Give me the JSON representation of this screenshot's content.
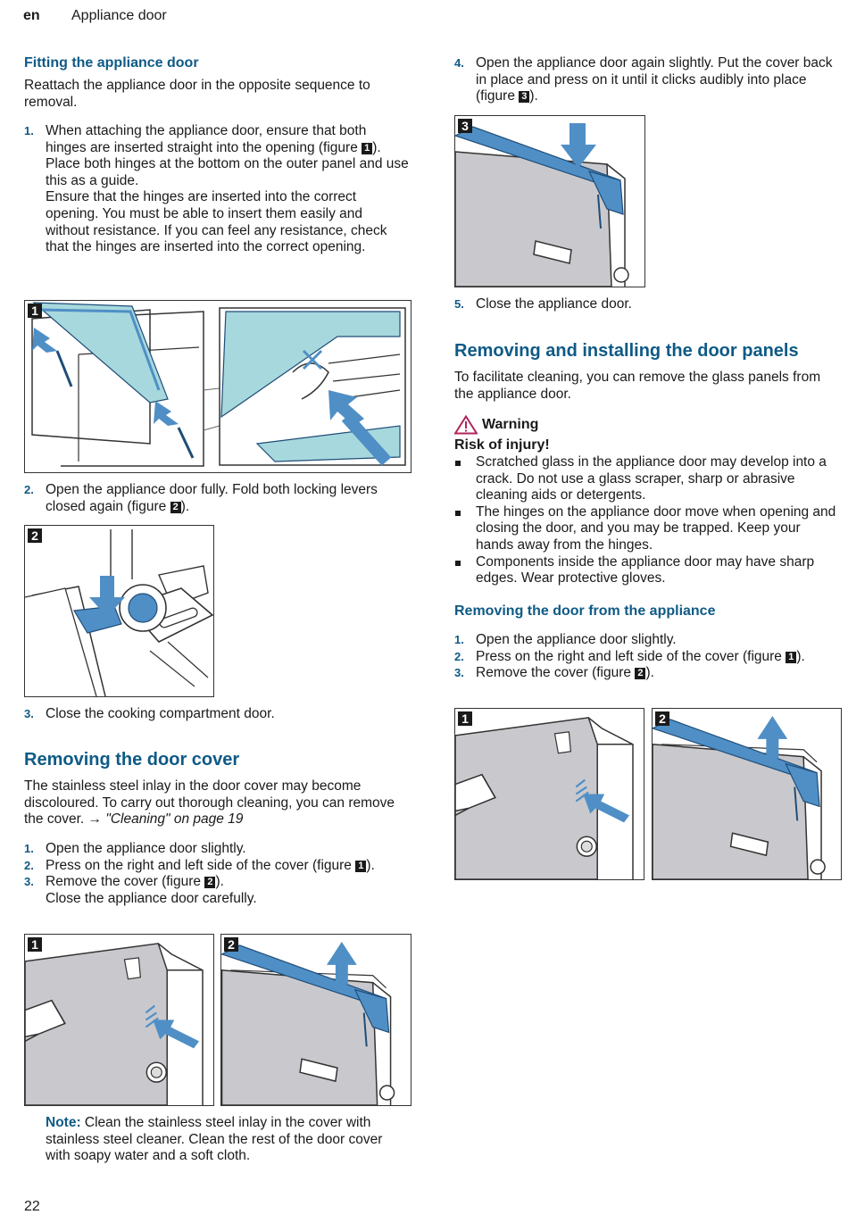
{
  "header": {
    "lang": "en",
    "title": "Appliance door"
  },
  "page_number": "22",
  "left": {
    "fitting": {
      "heading": "Fitting the appliance door",
      "intro": "Reattach the appliance door in the opposite sequence to removal.",
      "step1": {
        "num": "1.",
        "a": "When attaching the appliance door, ensure that both hinges are inserted straight into the opening (figure ",
        "fig": "1",
        "b": ").",
        "p2": "Place both hinges at the bottom on the outer panel and use this as a guide.",
        "p3": "Ensure that the hinges are inserted into the correct opening. You must be able to insert them easily and without resistance. If you can feel any resistance, check that the hinges are inserted into the correct opening."
      },
      "step2": {
        "num": "2.",
        "a": "Open the appliance door fully. Fold both locking levers closed again (figure ",
        "fig": "2",
        "b": ")."
      },
      "step3": {
        "num": "3.",
        "text": "Close the cooking compartment door."
      }
    },
    "cover": {
      "heading": "Removing the door cover",
      "intro": "The stainless steel inlay in the door cover may become discoloured. To carry out thorough cleaning, you can remove the cover. ",
      "xref_arrow": "→",
      "xref": "\"Cleaning\" on page 19",
      "step1": {
        "num": "1.",
        "text": "Open the appliance door slightly."
      },
      "step2": {
        "num": "2.",
        "a": "Press on the right and left side of the cover (figure ",
        "fig": "1",
        "b": ")."
      },
      "step3": {
        "num": "3.",
        "a": "Remove the cover (figure ",
        "fig": "2",
        "b": ").",
        "p2": "Close the appliance door carefully."
      },
      "note_label": "Note:",
      "note_text": " Clean the stainless steel inlay in the cover with stainless steel cleaner. Clean the rest of the door cover with soapy water and a soft cloth."
    }
  },
  "right": {
    "step4": {
      "num": "4.",
      "a": "Open the appliance door again slightly. Put the cover back in place and press on it until it clicks audibly into place (figure ",
      "fig": "3",
      "b": ")."
    },
    "step5": {
      "num": "5.",
      "text": "Close the appliance door."
    },
    "panels": {
      "heading": "Removing and installing the door panels",
      "intro": "To facilitate cleaning, you can remove the glass panels from the appliance door.",
      "warning_label": "Warning",
      "risk": "Risk of injury!",
      "bullets": [
        "Scratched glass in the appliance door may develop into a crack. Do not use a glass scraper, sharp or abrasive cleaning aids or detergents.",
        "The hinges on the appliance door move when opening and closing the door, and you may be trapped. Keep your hands away from the hinges.",
        "Components inside the appliance door may have sharp edges. Wear protective gloves."
      ]
    },
    "removing": {
      "heading": "Removing the door from the appliance",
      "step1": {
        "num": "1.",
        "text": "Open the appliance door slightly."
      },
      "step2": {
        "num": "2.",
        "a": "Press on the right and left side of the cover (figure ",
        "fig": "1",
        "b": ")."
      },
      "step3": {
        "num": "3.",
        "a": "Remove the cover (figure ",
        "fig": "2",
        "b": ")."
      }
    }
  },
  "figures": {
    "f_fit1": "1",
    "f_fit2": "2",
    "f_cov1": "1",
    "f_cov2": "2",
    "f_r3": "3",
    "f_rem1": "1",
    "f_rem2": "2"
  },
  "colors": {
    "heading": "#0e5a86",
    "illustration_blue": "#4f8fc6",
    "glass": "#a7d8dd",
    "warning": "#b0245a"
  }
}
